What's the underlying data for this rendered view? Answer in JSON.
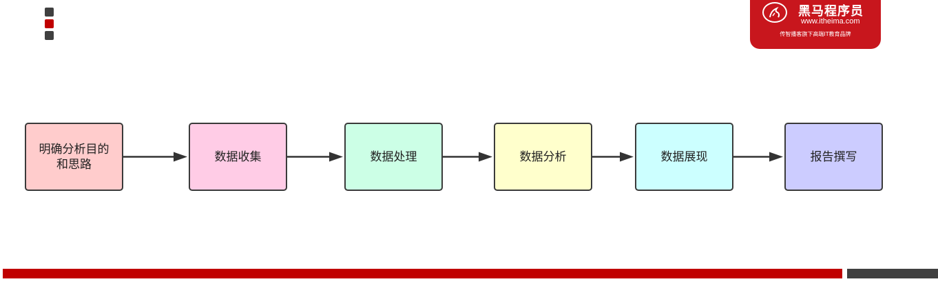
{
  "logo": {
    "name": "黑马程序员",
    "url": "www.itheima.com",
    "slogan": "传智播客旗下高端IT教育品牌",
    "color": "#c8161d"
  },
  "nav_markers": [
    {
      "color": "#404040"
    },
    {
      "color": "#c00000"
    },
    {
      "color": "#404040"
    }
  ],
  "flow": {
    "steps": [
      {
        "label": "明确分析目的\n和思路",
        "color": "#ffcccc"
      },
      {
        "label": "数据收集",
        "color": "#ffcce6"
      },
      {
        "label": "数据处理",
        "color": "#ccffe6"
      },
      {
        "label": "数据分析",
        "color": "#ffffcc"
      },
      {
        "label": "数据展现",
        "color": "#ccffff"
      },
      {
        "label": "报告撰写",
        "color": "#ccccff"
      }
    ],
    "connector": "arrow",
    "direction": "left-to-right"
  },
  "footer": {
    "primary_color": "#c00000",
    "secondary_color": "#404040"
  }
}
